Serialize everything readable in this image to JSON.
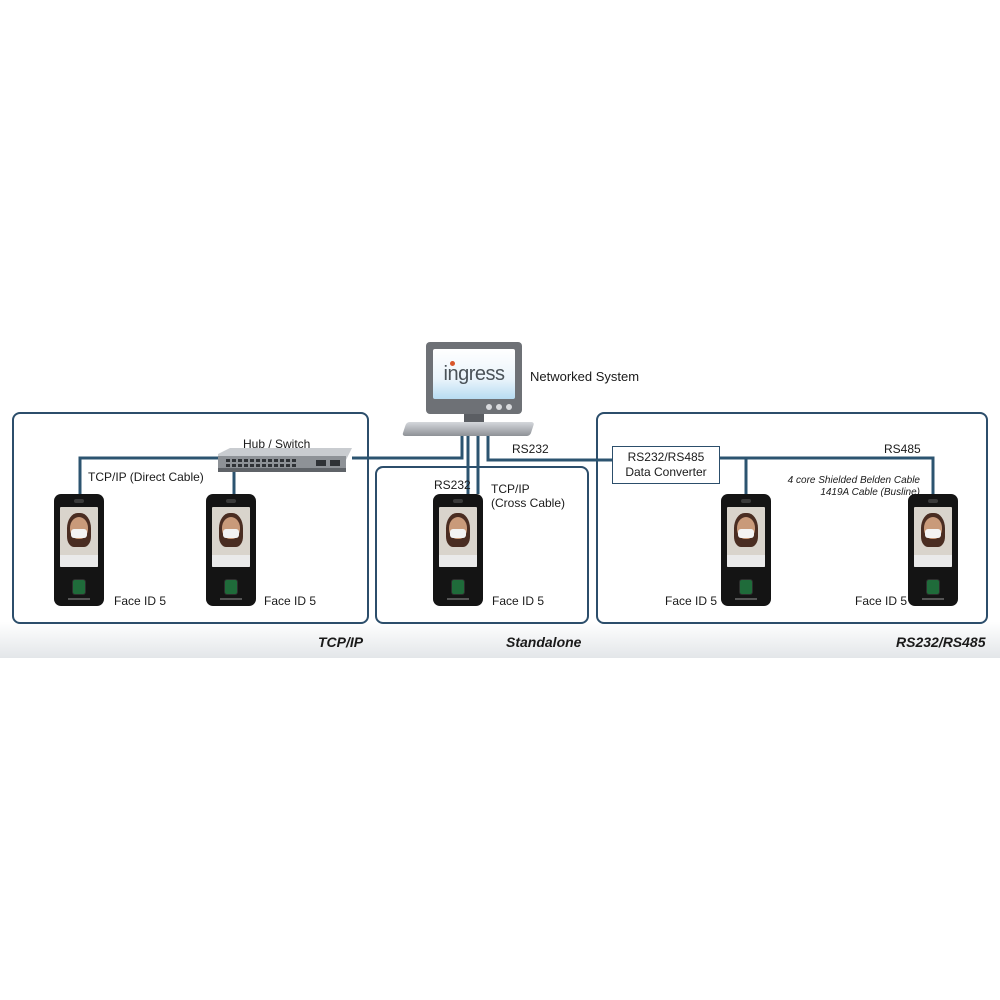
{
  "system": {
    "logo_text": "ingress",
    "label": "Networked System"
  },
  "links": {
    "rs232_top": "RS232",
    "rs485": "RS485",
    "hub_switch": "Hub / Switch",
    "tcpip_direct": "TCP/IP (Direct Cable)",
    "standalone_rs232": "RS232",
    "tcpip_cross_line1": "TCP/IP",
    "tcpip_cross_line2": "(Cross Cable)",
    "cable_note_line1": "4 core Shielded Belden Cable",
    "cable_note_line2": "1419A Cable (Busline)"
  },
  "converter": {
    "line1": "RS232/RS485",
    "line2": "Data Converter"
  },
  "devices": [
    {
      "label": "Face ID 5"
    },
    {
      "label": "Face ID 5"
    },
    {
      "label": "Face ID 5"
    },
    {
      "label": "Face ID 5"
    },
    {
      "label": "Face ID 5"
    }
  ],
  "regions": {
    "tcpip": "TCP/IP",
    "standalone": "Standalone",
    "rs": "RS232/RS485"
  },
  "colors": {
    "frame": "#2c4e6b",
    "wire": "#2c5470",
    "logo_dot": "#d8562b"
  }
}
